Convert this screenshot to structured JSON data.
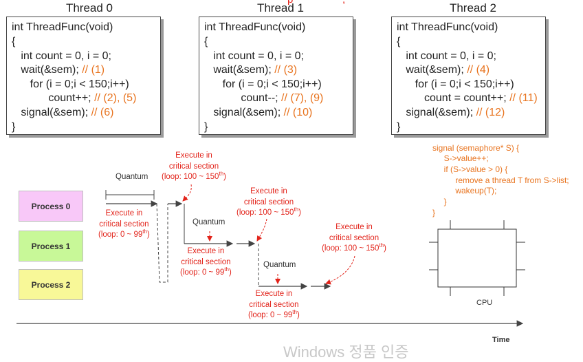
{
  "header": {
    "partial_title": "p"
  },
  "threads": [
    {
      "title": "Thread 0",
      "lines": [
        {
          "code": "int ThreadFunc(void)",
          "comment": ""
        },
        {
          "code": "{",
          "comment": ""
        },
        {
          "code": "   int count = 0, i = 0;",
          "comment": ""
        },
        {
          "code": "   wait(&sem); ",
          "comment": "// (1)"
        },
        {
          "code": "      for (i = 0;i < 150;i++)",
          "comment": ""
        },
        {
          "code": "            count++; ",
          "comment": "// (2), (5)"
        },
        {
          "code": "   signal(&sem); ",
          "comment": "// (6)"
        },
        {
          "code": "}",
          "comment": ""
        }
      ]
    },
    {
      "title": "Thread 1",
      "lines": [
        {
          "code": "int ThreadFunc(void)",
          "comment": ""
        },
        {
          "code": "{",
          "comment": ""
        },
        {
          "code": "   int count = 0, i = 0;",
          "comment": ""
        },
        {
          "code": "   wait(&sem); ",
          "comment": "// (3)"
        },
        {
          "code": "      for (i = 0;i < 150;i++)",
          "comment": ""
        },
        {
          "code": "            count--; ",
          "comment": "// (7), (9)"
        },
        {
          "code": "   signal(&sem); ",
          "comment": "// (10)"
        },
        {
          "code": "}",
          "comment": ""
        }
      ]
    },
    {
      "title": "Thread 2",
      "lines": [
        {
          "code": "int ThreadFunc(void)",
          "comment": ""
        },
        {
          "code": "{",
          "comment": ""
        },
        {
          "code": "   int count = 0, i = 0;",
          "comment": ""
        },
        {
          "code": "   wait(&sem); ",
          "comment": "// (4)"
        },
        {
          "code": "      for (i = 0;i < 150;i++)",
          "comment": ""
        },
        {
          "code": "         count = count++; ",
          "comment": "// (11)"
        },
        {
          "code": "   signal(&sem); ",
          "comment": "// (12)"
        },
        {
          "code": "}",
          "comment": ""
        }
      ]
    }
  ],
  "processes": [
    {
      "label": "Process 0",
      "color": "#f8c8f8"
    },
    {
      "label": "Process 1",
      "color": "#c8f898"
    },
    {
      "label": "Process 2",
      "color": "#f8f898"
    }
  ],
  "timeline": {
    "quantum": "Quantum",
    "exec_line1": "Execute in",
    "exec_line2": "critical section",
    "loop_first": "(loop: 0 ~ 99",
    "loop_second": "(loop: 100 ~ 150",
    "sup": "th",
    "close": ")",
    "time_label": "Time"
  },
  "signal_code": [
    "signal (semaphore* S) {",
    "     S->value++;",
    "     if (S->value > 0) {",
    "          remove a thread T from S->list;",
    "          wakeup(T);",
    "     }",
    "}"
  ],
  "cpu": {
    "label": "CPU"
  },
  "watermark": "Windows 정품 인증"
}
